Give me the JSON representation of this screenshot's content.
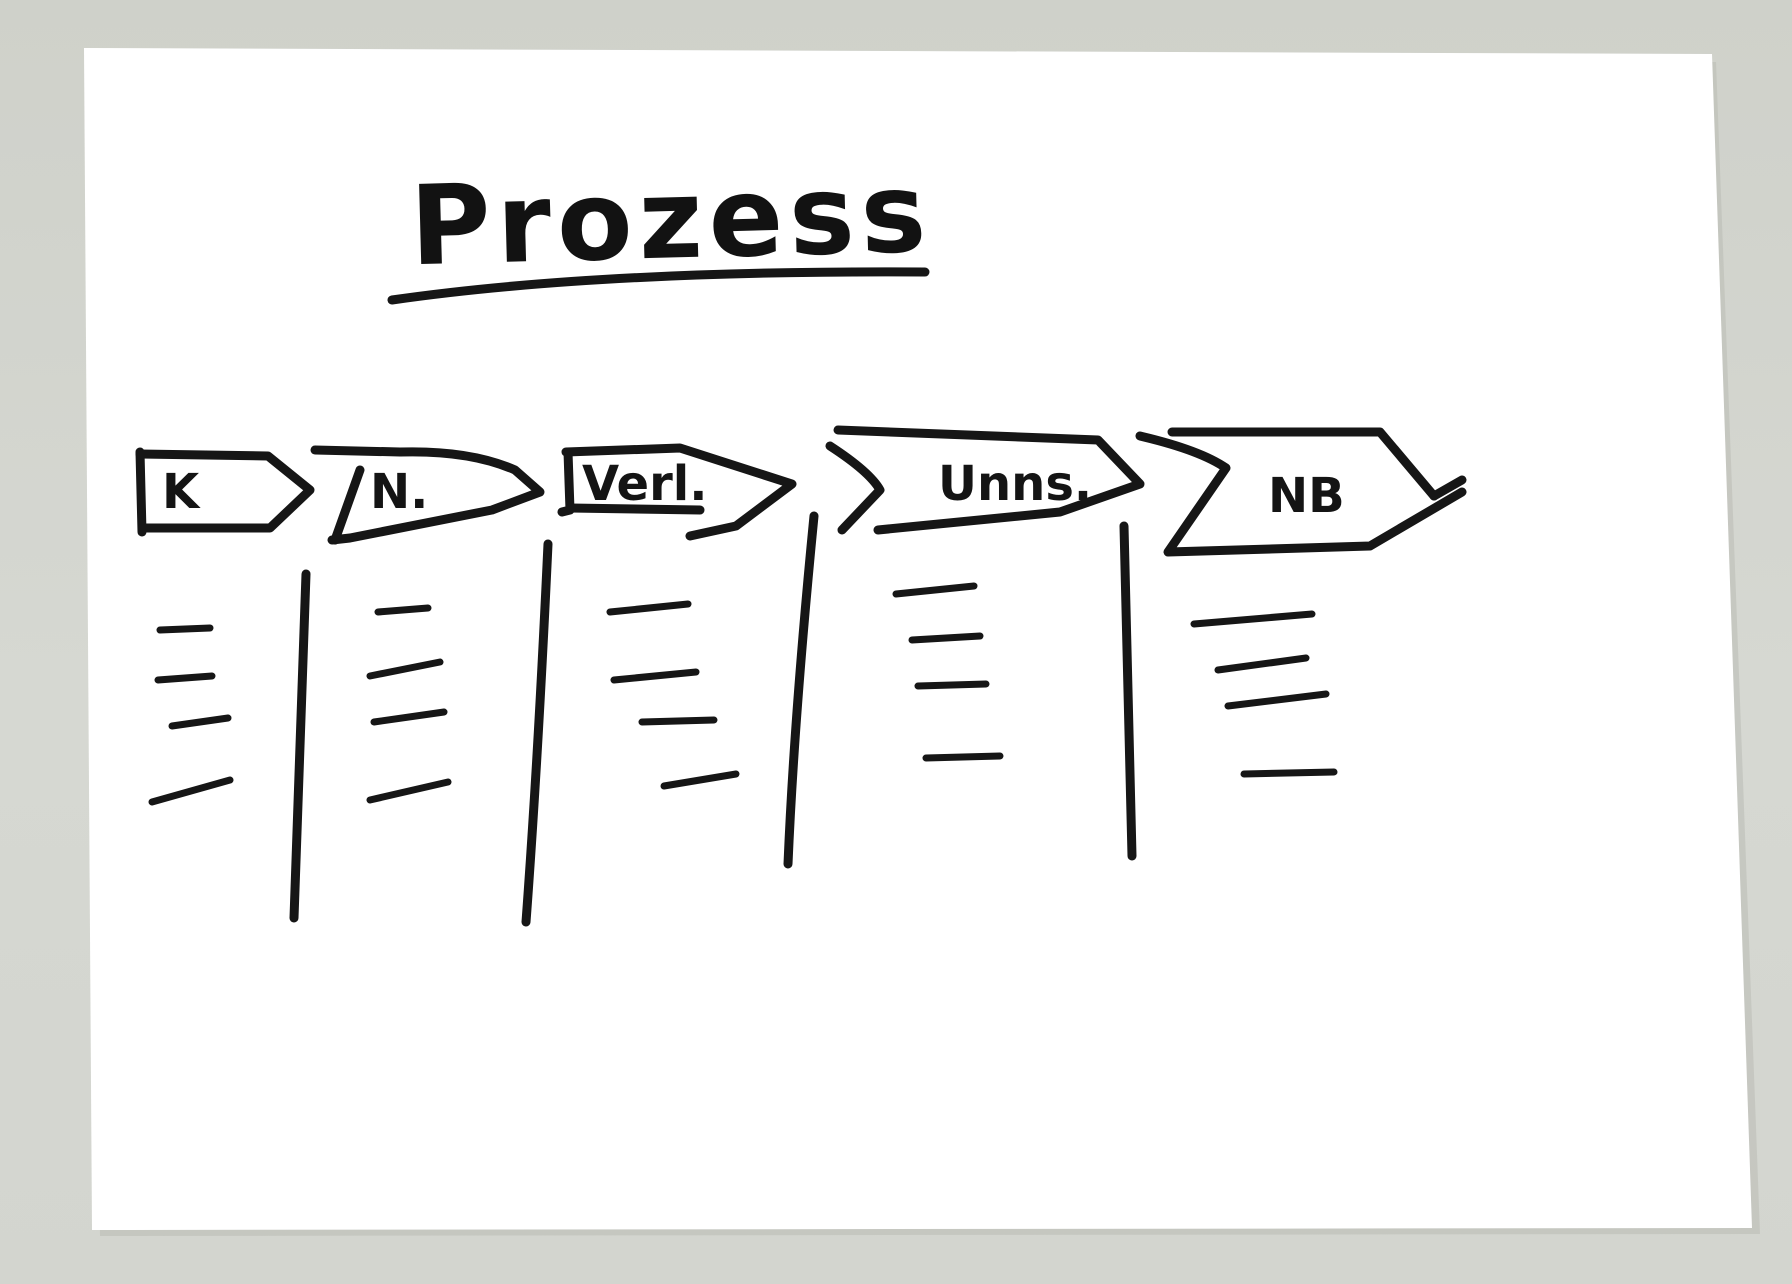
{
  "diagram": {
    "title": "Prozess",
    "stages": [
      {
        "label": "K"
      },
      {
        "label": "N."
      },
      {
        "label": "Verl."
      },
      {
        "label": "Unns."
      },
      {
        "label": "NB"
      }
    ],
    "ink_color": "#161616",
    "paper_color": "#ffffff",
    "background_color": "#d2d4ce"
  }
}
